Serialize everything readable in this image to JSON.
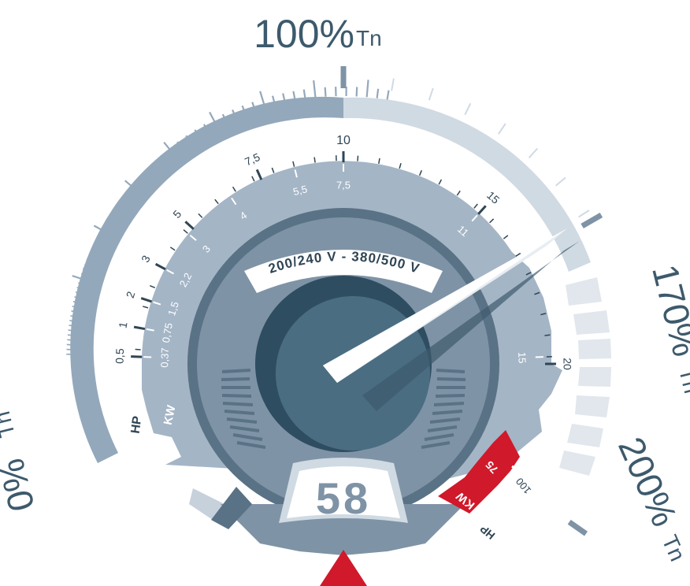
{
  "top_label": {
    "value": "100%",
    "unit": "Tn"
  },
  "right_label": {
    "value": "170%",
    "unit": "Tn"
  },
  "low_right_label": {
    "value": "200%",
    "unit": "Tn"
  },
  "left_label": {
    "value": "0%",
    "unit": "Tn"
  },
  "voltage_label": "200/240 V - 380/500 V",
  "display_value": "58",
  "hp_unit": "HP",
  "kw_unit": "KW",
  "hp_scale": [
    "0,5",
    "1",
    "2",
    "3",
    "5",
    "7,5",
    "10",
    "15",
    "20"
  ],
  "kw_scale": [
    "0,37",
    "0,75",
    "1,5",
    "2,2",
    "3",
    "4",
    "5,5",
    "7,5",
    "11",
    "15"
  ],
  "red_zone": {
    "kw": "KW",
    "kw_value": "75",
    "hp": "HP",
    "hp_value": "100"
  },
  "colors": {
    "dark": "#3d5a6c",
    "mid": "#7f93a6",
    "light": "#a4b5c6",
    "pale": "#d0dae3",
    "red": "#d0192a",
    "white": "#ffffff"
  }
}
